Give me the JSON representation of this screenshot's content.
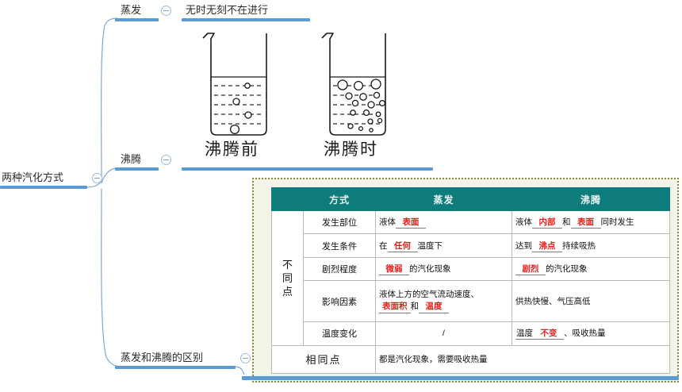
{
  "mindmap": {
    "root": {
      "label": "两种汽化方式",
      "collapse_icon": "minus-circle-icon"
    },
    "branches": [
      {
        "id": "evaporation",
        "label": "蒸发",
        "collapse_icon": "minus-circle-icon",
        "child": {
          "label": "无时无刻不在进行"
        }
      },
      {
        "id": "boiling",
        "label": "沸腾",
        "collapse_icon": "minus-circle-icon"
      },
      {
        "id": "difference",
        "label": "蒸发和沸腾的区别",
        "collapse_icon": "minus-circle-icon"
      }
    ]
  },
  "illustration": {
    "beakers": [
      {
        "caption": "沸腾前",
        "bubbles": "few-small-rising"
      },
      {
        "caption": "沸腾时",
        "bubbles": "many-growing-upward"
      }
    ]
  },
  "table": {
    "headers": [
      "",
      "方式",
      "蒸发",
      "沸腾"
    ],
    "group_label": "不同点",
    "rows": [
      {
        "name": "发生部位",
        "evaporation": {
          "pre": "液体",
          "blank": "表面",
          "post": ""
        },
        "boiling": {
          "pre": "液体",
          "blank": "内部",
          "mid": "和",
          "blank2": "表面",
          "post": "同时发生"
        }
      },
      {
        "name": "发生条件",
        "evaporation": {
          "pre": "在",
          "blank": "任何",
          "post": "温度下"
        },
        "boiling": {
          "pre": "达到",
          "blank": "沸点",
          "post": "持续吸热"
        }
      },
      {
        "name": "剧烈程度",
        "evaporation": {
          "pre": "",
          "blank": "微弱",
          "post": "的汽化现象"
        },
        "boiling": {
          "pre": "",
          "blank": "剧烈",
          "post": "的汽化现象"
        }
      },
      {
        "name": "影响因素",
        "evaporation": {
          "line1": "液体上方的空气流动速度、",
          "blank": "表面积",
          "mid": "和",
          "blank2": "温度"
        },
        "boiling": {
          "pre": "供热快慢、气压高低"
        }
      },
      {
        "name": "温度变化",
        "evaporation": {
          "pre": "/"
        },
        "boiling": {
          "pre": "温度",
          "blank": "不变",
          "post": "、吸收热量"
        }
      }
    ],
    "same_row": {
      "label": "相同点",
      "value": "都是汽化现象，需要吸收热量"
    }
  },
  "colors": {
    "branch_blue": "#5B9BD5",
    "table_header_teal": "#0E7C7B",
    "blank_red": "#E8201A",
    "card_bg": "#F3F3E7",
    "card_border": "#88883C"
  }
}
